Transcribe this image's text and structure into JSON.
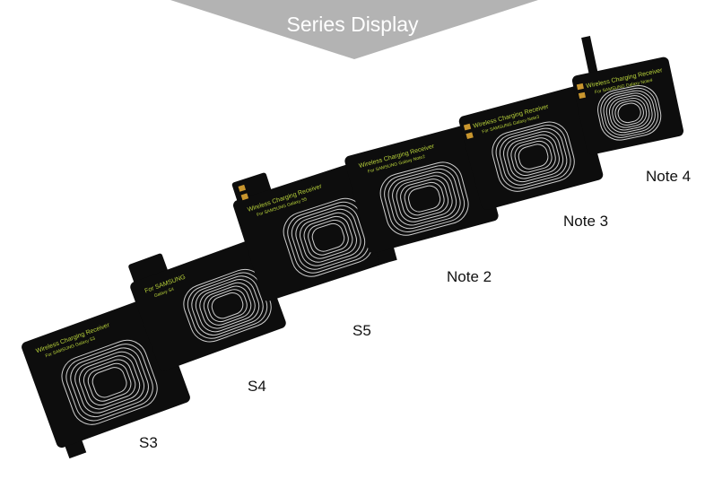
{
  "banner": {
    "title": "Series Display",
    "color": "#b3b3b3"
  },
  "products": [
    {
      "model": "S3",
      "pad_line1": "Wireless Charging Receiver",
      "pad_line2": "For SAMSUNG Galaxy S3"
    },
    {
      "model": "S4",
      "pad_line1": "For SAMSUNG",
      "pad_line2": "Galaxy S4"
    },
    {
      "model": "S5",
      "pad_line1": "Wireless Charging Receiver",
      "pad_line2": "For SAMSUNG Galaxy S5"
    },
    {
      "model": "Note 2",
      "pad_line1": "Wireless Charging Receiver",
      "pad_line2": "For SAMSUNG Galaxy Note2"
    },
    {
      "model": "Note 3",
      "pad_line1": "Wireless Charging Receiver",
      "pad_line2": "For SAMSUNG Galaxy Note3"
    },
    {
      "model": "Note 4",
      "pad_line1": "Wireless Charging Receiver",
      "pad_line2": "For SAMSUNG Galaxy Note4"
    }
  ],
  "colors": {
    "pad": "#0d0d0d",
    "coil": "#cfcfcf",
    "pad_text": "#b8d23a",
    "contacts": "#c9962e"
  }
}
